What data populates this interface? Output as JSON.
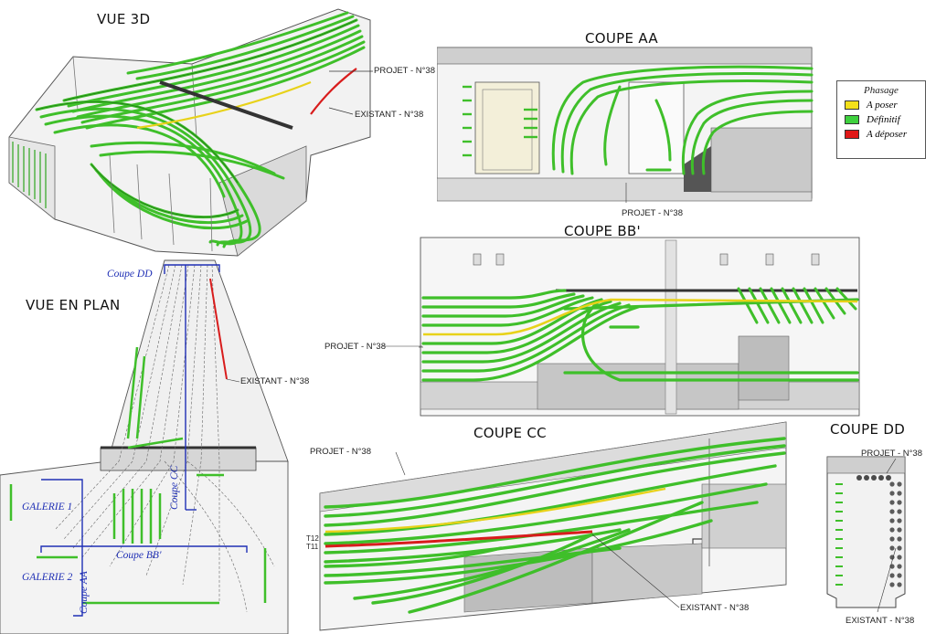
{
  "titles": {
    "vue3d": "VUE 3D",
    "plan": "VUE EN PLAN",
    "coupe_aa": "COUPE AA",
    "coupe_bb": "COUPE BB'",
    "coupe_cc": "COUPE CC",
    "coupe_dd": "COUPE DD"
  },
  "annotations": {
    "projet_3d": "PROJET - N°38",
    "existant_3d": "EXISTANT - N°38",
    "projet_aa": "PROJET - N°38",
    "projet_bb": "PROJET - N°38",
    "existant_plan": "EXISTANT - N°38",
    "projet_cc": "PROJET - N°38",
    "t12": "T12",
    "t11": "T11",
    "existant_cc": "EXISTANT - N°38",
    "projet_dd": "PROJET - N°38",
    "existant_dd": "EXISTANT - N°38"
  },
  "plan_labels": {
    "coupe_dd": "Coupe DD",
    "coupe_cc": "Coupe CC",
    "coupe_bb": "Coupe BB'",
    "coupe_aa": "Coupe AA",
    "galerie1": "GALERIE 1",
    "galerie2": "GALERIE 2"
  },
  "legend": {
    "title": "Phasage",
    "items": [
      {
        "label": "A poser",
        "color": "#f3e01a"
      },
      {
        "label": "Définitif",
        "color": "#3ed13e"
      },
      {
        "label": "A déposer",
        "color": "#e01818"
      }
    ]
  },
  "colors": {
    "cable_green": "#3fbf2a",
    "cable_dark": "#1f7a14",
    "projet_yellow": "#e8d21a",
    "existant_red": "#d81c1c",
    "section_blue": "#1f2fb5"
  }
}
